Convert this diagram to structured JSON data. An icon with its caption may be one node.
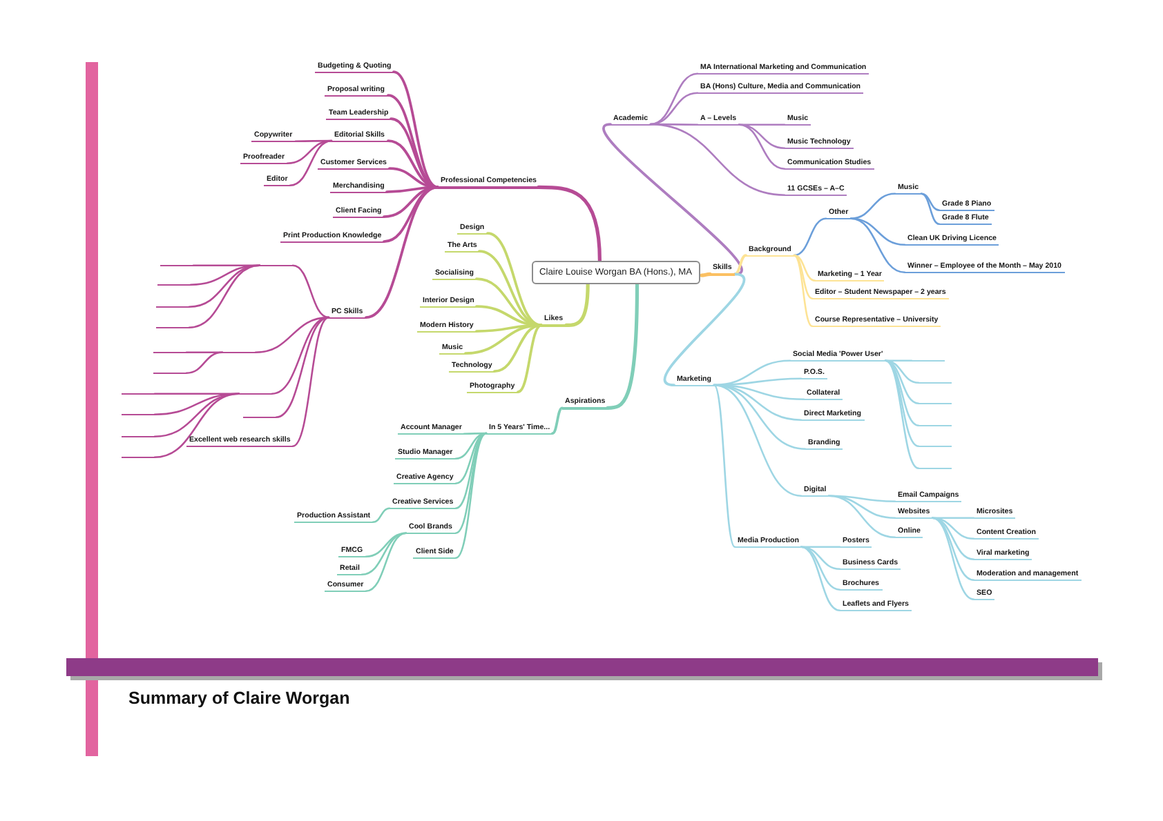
{
  "diagram": {
    "title": "Summary of Claire Worgan",
    "nodes": [
      {
        "text": [
          "Claire Louise Worgan BA (Hons.), MA"
        ]
      },
      {
        "text": [
          "Professional Competencies"
        ]
      },
      {
        "text": [
          "Budgeting & Quoting"
        ]
      },
      {
        "text": [
          "Proposal writing"
        ]
      },
      {
        "text": [
          "Team Leadership"
        ]
      },
      {
        "text": [
          "Editorial Skills"
        ]
      },
      {
        "text": [
          "Copywriter"
        ]
      },
      {
        "text": [
          "Proofreader"
        ]
      },
      {
        "text": [
          "Editor"
        ]
      },
      {
        "text": [
          "Customer Services"
        ]
      },
      {
        "text": [
          "Merchandising"
        ]
      },
      {
        "text": [
          "Client Facing"
        ]
      },
      {
        "text": [
          "Print Production Knowledge"
        ]
      },
      {
        "text": [
          "PC Skills"
        ]
      },
      {
        "text": [],
        "shape": "line"
      },
      {
        "text": [],
        "shape": "line"
      },
      {
        "text": [],
        "shape": "line"
      },
      {
        "text": [],
        "shape": "line"
      },
      {
        "text": [],
        "shape": "line"
      },
      {
        "text": [],
        "shape": "line"
      },
      {
        "text": [],
        "shape": "line"
      },
      {
        "text": [],
        "shape": "line"
      },
      {
        "text": [],
        "shape": "line"
      },
      {
        "text": [],
        "shape": "line"
      },
      {
        "text": [],
        "shape": "line"
      },
      {
        "text": [],
        "shape": "line"
      },
      {
        "text": [],
        "shape": "line"
      },
      {
        "text": [],
        "shape": "line"
      },
      {
        "text": [
          "Excellent web research skills"
        ]
      },
      {
        "text": [
          "Likes"
        ]
      },
      {
        "text": [
          "Design"
        ]
      },
      {
        "text": [
          "The Arts"
        ]
      },
      {
        "text": [
          "Socialising"
        ]
      },
      {
        "text": [
          "Interior Design"
        ]
      },
      {
        "text": [
          "Modern History"
        ]
      },
      {
        "text": [
          "Music"
        ]
      },
      {
        "text": [
          "Technology"
        ]
      },
      {
        "text": [
          "Photography"
        ]
      },
      {
        "text": [
          "Aspirations"
        ]
      },
      {
        "text": [
          "In 5 Years' Time..."
        ]
      },
      {
        "text": [
          "Account Manager"
        ]
      },
      {
        "text": [
          "Studio Manager"
        ]
      },
      {
        "text": [
          "Creative Agency"
        ]
      },
      {
        "text": [
          "Creative Services"
        ]
      },
      {
        "text": [
          "Production Assistant"
        ]
      },
      {
        "text": [
          "Cool Brands"
        ]
      },
      {
        "text": [
          "FMCG"
        ]
      },
      {
        "text": [
          "Retail"
        ]
      },
      {
        "text": [
          "Consumer"
        ]
      },
      {
        "text": [
          "Client Side"
        ]
      },
      {
        "text": [
          "Skills"
        ]
      },
      {
        "text": [
          "Academic"
        ]
      },
      {
        "text": [
          "MA International Marketing and Communication"
        ]
      },
      {
        "text": [
          "BA (Hons) Culture, Media and Communication"
        ]
      },
      {
        "text": [
          "A – Levels"
        ]
      },
      {
        "text": [
          "Music"
        ]
      },
      {
        "text": [
          "Music Technology"
        ]
      },
      {
        "text": [
          "Communication Studies"
        ]
      },
      {
        "text": [
          "11 GCSEs – A–C"
        ]
      },
      {
        "text": [
          "Background"
        ]
      },
      {
        "text": [
          "Other"
        ]
      },
      {
        "text": [
          "Music"
        ]
      },
      {
        "text": [
          "Grade 8 Piano"
        ]
      },
      {
        "text": [
          "Grade 8 Flute"
        ]
      },
      {
        "text": [
          "Clean UK Driving Licence"
        ]
      },
      {
        "text": [
          "Winner – Employee of the Month – May 2010"
        ]
      },
      {
        "text": [
          "Marketing – 1 Year"
        ]
      },
      {
        "text": [
          "Editor – Student Newspaper – 2 years"
        ]
      },
      {
        "text": [
          "Course Representative – University"
        ]
      },
      {
        "text": [
          "Marketing"
        ]
      },
      {
        "text": [
          "Social Media 'Power User'"
        ]
      },
      {
        "text": [],
        "shape": "line"
      },
      {
        "text": [],
        "shape": "line"
      },
      {
        "text": [],
        "shape": "line"
      },
      {
        "text": [],
        "shape": "line"
      },
      {
        "text": [],
        "shape": "line"
      },
      {
        "text": [],
        "shape": "line"
      },
      {
        "text": [
          "P.O.S."
        ]
      },
      {
        "text": [
          "Collateral"
        ]
      },
      {
        "text": [
          "Direct Marketing"
        ]
      },
      {
        "text": [
          "Branding"
        ]
      },
      {
        "text": [
          "Digital"
        ]
      },
      {
        "text": [
          "Email Campaigns"
        ]
      },
      {
        "text": [
          "Websites"
        ]
      },
      {
        "text": [
          "Microsites"
        ]
      },
      {
        "text": [
          "Content Creation"
        ]
      },
      {
        "text": [
          "Viral marketing"
        ]
      },
      {
        "text": [
          "Moderation and management"
        ]
      },
      {
        "text": [
          "SEO"
        ]
      },
      {
        "text": [
          "Online"
        ]
      },
      {
        "text": [
          "Media Production"
        ]
      },
      {
        "text": [
          "Posters"
        ]
      },
      {
        "text": [
          "Business Cards"
        ]
      },
      {
        "text": [
          "Brochures"
        ]
      },
      {
        "text": [
          "Leaflets and Flyers"
        ]
      }
    ],
    "edges": [
      {
        "from": 0,
        "to": 1,
        "arrow": "none"
      },
      {
        "from": 1,
        "to": 2,
        "arrow": "none"
      },
      {
        "from": 1,
        "to": 3,
        "arrow": "none"
      },
      {
        "from": 1,
        "to": 4,
        "arrow": "none"
      },
      {
        "from": 1,
        "to": 5,
        "arrow": "none"
      },
      {
        "from": 5,
        "to": 6,
        "arrow": "none"
      },
      {
        "from": 5,
        "to": 7,
        "arrow": "none"
      },
      {
        "from": 5,
        "to": 8,
        "arrow": "none"
      },
      {
        "from": 1,
        "to": 9,
        "arrow": "none"
      },
      {
        "from": 1,
        "to": 10,
        "arrow": "none"
      },
      {
        "from": 1,
        "to": 11,
        "arrow": "none"
      },
      {
        "from": 1,
        "to": 12,
        "arrow": "none"
      },
      {
        "from": 1,
        "to": 13,
        "arrow": "none"
      },
      {
        "from": 13,
        "to": 14,
        "arrow": "none"
      },
      {
        "from": 14,
        "to": 15,
        "arrow": "none"
      },
      {
        "from": 14,
        "to": 16,
        "arrow": "none"
      },
      {
        "from": 14,
        "to": 17,
        "arrow": "none"
      },
      {
        "from": 14,
        "to": 18,
        "arrow": "none"
      },
      {
        "from": 13,
        "to": 19,
        "arrow": "none"
      },
      {
        "from": 19,
        "to": 20,
        "arrow": "none"
      },
      {
        "from": 19,
        "to": 21,
        "arrow": "none"
      },
      {
        "from": 13,
        "to": 22,
        "arrow": "none"
      },
      {
        "from": 22,
        "to": 23,
        "arrow": "none"
      },
      {
        "from": 22,
        "to": 24,
        "arrow": "none"
      },
      {
        "from": 22,
        "to": 25,
        "arrow": "none"
      },
      {
        "from": 22,
        "to": 26,
        "arrow": "none"
      },
      {
        "from": 13,
        "to": 27,
        "arrow": "none"
      },
      {
        "from": 13,
        "to": 28,
        "arrow": "none"
      },
      {
        "from": 0,
        "to": 29,
        "arrow": "none",
        "color": "#c5d86c"
      },
      {
        "from": 29,
        "to": 30,
        "arrow": "none",
        "color": "#c5d86c"
      },
      {
        "from": 29,
        "to": 31,
        "arrow": "none",
        "color": "#c5d86c"
      },
      {
        "from": 29,
        "to": 32,
        "arrow": "none",
        "color": "#c5d86c"
      },
      {
        "from": 29,
        "to": 33,
        "arrow": "none",
        "color": "#c5d86c"
      },
      {
        "from": 29,
        "to": 34,
        "arrow": "none",
        "color": "#c5d86c"
      },
      {
        "from": 29,
        "to": 35,
        "arrow": "none",
        "color": "#c5d86c"
      },
      {
        "from": 29,
        "to": 36,
        "arrow": "none",
        "color": "#c5d86c"
      },
      {
        "from": 29,
        "to": 37,
        "arrow": "none",
        "color": "#c5d86c"
      },
      {
        "from": 0,
        "to": 38,
        "arrow": "none",
        "color": "#80ceb8"
      },
      {
        "from": 38,
        "to": 39,
        "arrow": "none",
        "color": "#80ceb8"
      },
      {
        "from": 39,
        "to": 40,
        "arrow": "none",
        "color": "#80ceb8"
      },
      {
        "from": 39,
        "to": 41,
        "arrow": "none",
        "color": "#80ceb8"
      },
      {
        "from": 39,
        "to": 42,
        "arrow": "none",
        "color": "#80ceb8"
      },
      {
        "from": 39,
        "to": 43,
        "arrow": "none",
        "color": "#80ceb8"
      },
      {
        "from": 43,
        "to": 44,
        "arrow": "none",
        "color": "#80ceb8"
      },
      {
        "from": 39,
        "to": 45,
        "arrow": "none",
        "color": "#80ceb8"
      },
      {
        "from": 45,
        "to": 46,
        "arrow": "none",
        "color": "#80ceb8"
      },
      {
        "from": 45,
        "to": 47,
        "arrow": "none",
        "color": "#80ceb8"
      },
      {
        "from": 45,
        "to": 48,
        "arrow": "none",
        "color": "#80ceb8"
      },
      {
        "from": 39,
        "to": 49,
        "arrow": "none",
        "color": "#80ceb8"
      },
      {
        "from": 0,
        "to": 50,
        "arrow": "none",
        "color": "#fbc062"
      },
      {
        "from": 50,
        "to": 51,
        "arrow": "none",
        "color": "#ae7dc0"
      },
      {
        "from": 51,
        "to": 52,
        "arrow": "none",
        "color": "#ae7dc0"
      },
      {
        "from": 51,
        "to": 53,
        "arrow": "none",
        "color": "#ae7dc0"
      },
      {
        "from": 51,
        "to": 54,
        "arrow": "none",
        "color": "#ae7dc0"
      },
      {
        "from": 54,
        "to": 55,
        "arrow": "none",
        "color": "#ae7dc0"
      },
      {
        "from": 54,
        "to": 56,
        "arrow": "none",
        "color": "#ae7dc0"
      },
      {
        "from": 54,
        "to": 57,
        "arrow": "none",
        "color": "#ae7dc0"
      },
      {
        "from": 51,
        "to": 58,
        "arrow": "none",
        "color": "#ae7dc0"
      },
      {
        "from": 50,
        "to": 59,
        "arrow": "none",
        "color": "#fde395"
      },
      {
        "from": 59,
        "to": 60,
        "arrow": "none",
        "color": "#6c9fda"
      },
      {
        "from": 60,
        "to": 61,
        "arrow": "none",
        "color": "#6c9fda"
      },
      {
        "from": 61,
        "to": 62,
        "arrow": "none",
        "color": "#6c9fda"
      },
      {
        "from": 61,
        "to": 63,
        "arrow": "none",
        "color": "#6c9fda"
      },
      {
        "from": 60,
        "to": 64,
        "arrow": "none",
        "color": "#6c9fda"
      },
      {
        "from": 60,
        "to": 65,
        "arrow": "none",
        "color": "#6c9fda"
      },
      {
        "from": 59,
        "to": 66,
        "arrow": "none",
        "color": "#fde395"
      },
      {
        "from": 59,
        "to": 67,
        "arrow": "none",
        "color": "#fde395"
      },
      {
        "from": 59,
        "to": 68,
        "arrow": "none",
        "color": "#fde395"
      },
      {
        "from": 50,
        "to": 69,
        "arrow": "none",
        "color": "#9ed6e4"
      },
      {
        "from": 69,
        "to": 70,
        "arrow": "none",
        "color": "#9ed6e4"
      },
      {
        "from": 70,
        "to": 71,
        "arrow": "none",
        "color": "#9ed6e4"
      },
      {
        "from": 70,
        "to": 72,
        "arrow": "none",
        "color": "#9ed6e4"
      },
      {
        "from": 70,
        "to": 73,
        "arrow": "none",
        "color": "#9ed6e4"
      },
      {
        "from": 70,
        "to": 74,
        "arrow": "none",
        "color": "#9ed6e4"
      },
      {
        "from": 70,
        "to": 75,
        "arrow": "none",
        "color": "#9ed6e4"
      },
      {
        "from": 70,
        "to": 76,
        "arrow": "none",
        "color": "#9ed6e4"
      },
      {
        "from": 69,
        "to": 77,
        "arrow": "none",
        "color": "#9ed6e4"
      },
      {
        "from": 69,
        "to": 78,
        "arrow": "none",
        "color": "#9ed6e4"
      },
      {
        "from": 69,
        "to": 79,
        "arrow": "none",
        "color": "#9ed6e4"
      },
      {
        "from": 69,
        "to": 80,
        "arrow": "none",
        "color": "#9ed6e4"
      },
      {
        "from": 69,
        "to": 81,
        "arrow": "none",
        "color": "#9ed6e4"
      },
      {
        "from": 81,
        "to": 82,
        "arrow": "none",
        "color": "#9ed6e4"
      },
      {
        "from": 81,
        "to": 83,
        "arrow": "none",
        "color": "#9ed6e4"
      },
      {
        "from": 83,
        "to": 84,
        "arrow": "none",
        "color": "#9ed6e4"
      },
      {
        "from": 83,
        "to": 85,
        "arrow": "none",
        "color": "#9ed6e4"
      },
      {
        "from": 83,
        "to": 86,
        "arrow": "none",
        "color": "#9ed6e4"
      },
      {
        "from": 83,
        "to": 87,
        "arrow": "none",
        "color": "#9ed6e4"
      },
      {
        "from": 83,
        "to": 88,
        "arrow": "none",
        "color": "#9ed6e4"
      },
      {
        "from": 81,
        "to": 89,
        "arrow": "none",
        "color": "#9ed6e4"
      },
      {
        "from": 69,
        "to": 90,
        "arrow": "none",
        "color": "#9ed6e4"
      },
      {
        "from": 90,
        "to": 91,
        "arrow": "none",
        "color": "#9ed6e4"
      },
      {
        "from": 90,
        "to": 92,
        "arrow": "none",
        "color": "#9ed6e4"
      },
      {
        "from": 90,
        "to": 93,
        "arrow": "none",
        "color": "#9ed6e4"
      },
      {
        "from": 90,
        "to": 94,
        "arrow": "none",
        "color": "#9ed6e4"
      }
    ]
  }
}
